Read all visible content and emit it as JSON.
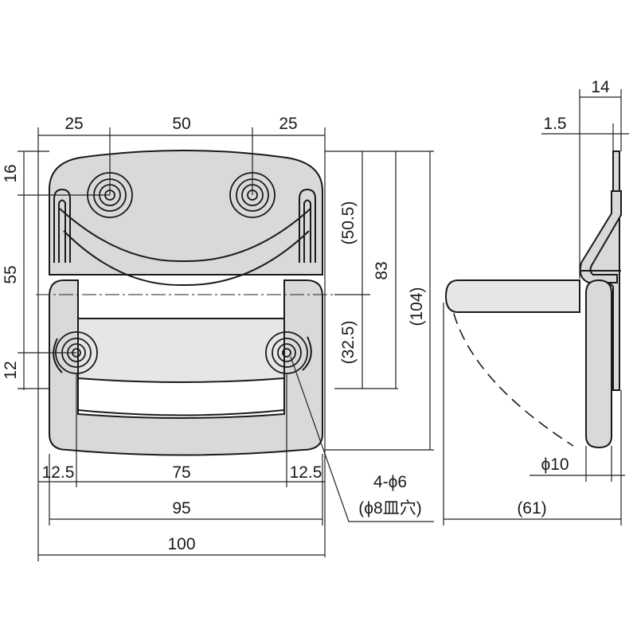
{
  "dimensions": {
    "top_left": "25",
    "top_mid": "50",
    "top_right": "25",
    "left_top": "16",
    "left_mid": "55",
    "left_bottom": "12",
    "right_upper": "(50.5)",
    "right_lower": "(32.5)",
    "right_mid": "83",
    "right_total": "(104)",
    "bottom_left": "12.5",
    "bottom_mid": "75",
    "bottom_right": "12.5",
    "bottom_width_inner": "95",
    "bottom_width_total": "100",
    "hole_spec_line1": "4-ϕ6",
    "hole_spec_line2": "(ϕ8皿穴)",
    "side_top_width": "14",
    "side_thickness": "1.5",
    "side_rod_diameter": "ϕ10",
    "side_depth": "(61)"
  }
}
